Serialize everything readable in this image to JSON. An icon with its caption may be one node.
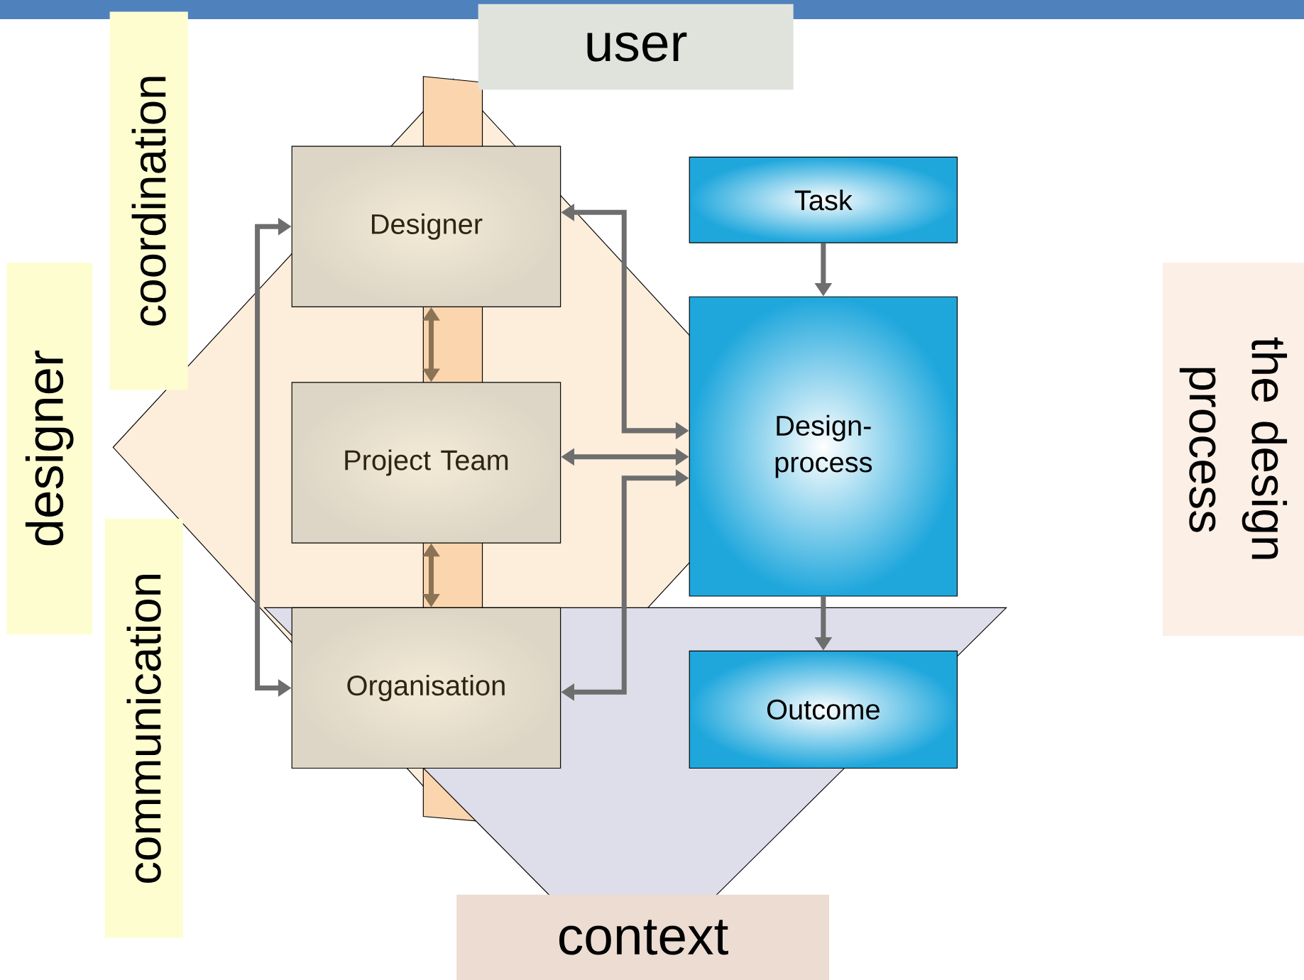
{
  "diagram": {
    "nodes": [
      {
        "text": [
          "Designer"
        ]
      },
      {
        "text": [
          "Project Team"
        ]
      },
      {
        "text": [
          "Organisation"
        ]
      },
      {
        "text": [
          "Task"
        ]
      },
      {
        "text": [
          "Design-process"
        ]
      },
      {
        "text": [
          "Outcome"
        ]
      },
      {
        "text": [
          "user"
        ]
      },
      {
        "text": [
          "coordination"
        ]
      },
      {
        "text": [
          "designer"
        ]
      },
      {
        "text": [
          "communication"
        ]
      },
      {
        "text": [
          "the design process"
        ]
      },
      {
        "text": [
          "context"
        ]
      }
    ],
    "edges": [
      {
        "from": 0,
        "to": 1,
        "arrow": "both",
        "color": "#8b7355"
      },
      {
        "from": 1,
        "to": 2,
        "arrow": "both",
        "color": "#8b7355"
      },
      {
        "from": 0,
        "to": 2,
        "arrow": "both"
      },
      {
        "from": 0,
        "to": 4,
        "arrow": "both"
      },
      {
        "from": 1,
        "to": 4,
        "arrow": "both"
      },
      {
        "from": 2,
        "to": 4,
        "arrow": "both"
      },
      {
        "from": 3,
        "to": 4,
        "arrow": "to"
      },
      {
        "from": 4,
        "to": 5,
        "arrow": "to"
      }
    ]
  }
}
